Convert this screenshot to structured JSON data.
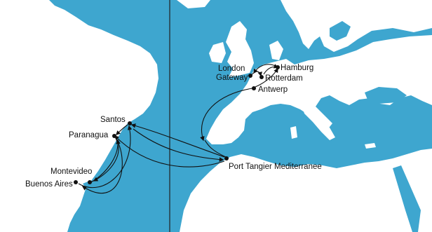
{
  "colors": {
    "sea": "#3ea6cf",
    "land": "#ffffff",
    "coast": "#d9eef6",
    "route": "#111111",
    "divider": "#222222"
  },
  "ports": {
    "hamburg": "Hamburg",
    "london": "London",
    "gateway": "Gateway",
    "rotterdam": "Rotterdam",
    "antwerp": "Antwerp",
    "tangier": "Port Tangier Mediterranee",
    "santos": "Santos",
    "paranagua": "Paranagua",
    "montevideo": "Montevideo",
    "buenos_aires": "Buenos Aires"
  }
}
